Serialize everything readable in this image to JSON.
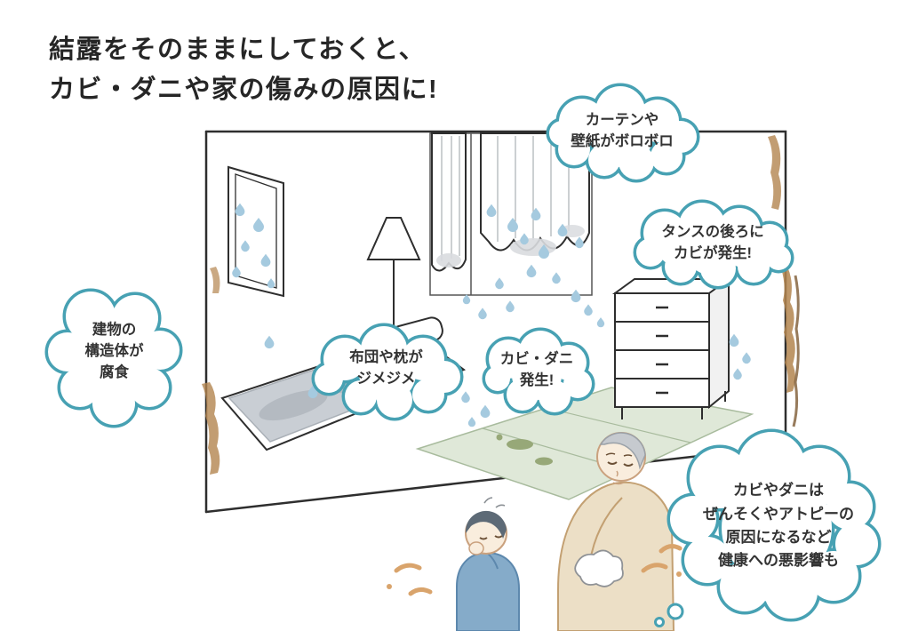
{
  "title": {
    "line1": "結露をそのままにしておくと、",
    "line2": "カビ・ダニや家の傷みの原因に!"
  },
  "bubbles": {
    "curtain": {
      "lines": [
        "カーテンや",
        "壁紙がボロボロ"
      ]
    },
    "tansu": {
      "lines": [
        "タンスの後ろに",
        "カビが発生!"
      ]
    },
    "building": {
      "lines": [
        "建物の",
        "構造体が",
        "腐食"
      ]
    },
    "futon": {
      "lines": [
        "布団や枕が",
        "ジメジメ"
      ]
    },
    "kabi": {
      "lines": [
        "カビ・ダニ",
        "発生!"
      ]
    },
    "health": {
      "lines": [
        "カビやダニは",
        "ぜんそくやアトピーの",
        "原因になるなど",
        "健康への悪影響も"
      ]
    }
  },
  "colors": {
    "bubble_outline": "#47a1b3",
    "title_text": "#262626",
    "bubble_text": "#333333",
    "droplet_blue": "#a5cadf",
    "tatami_green": "#dfe8d8",
    "stain_brown": "#b3854f",
    "blanket_gray": "#c9ced4",
    "boy_shirt_blue": "#85abc9",
    "man_sweater_beige": "#ecdfc6",
    "cough_puff_tan": "#d9a46c"
  }
}
